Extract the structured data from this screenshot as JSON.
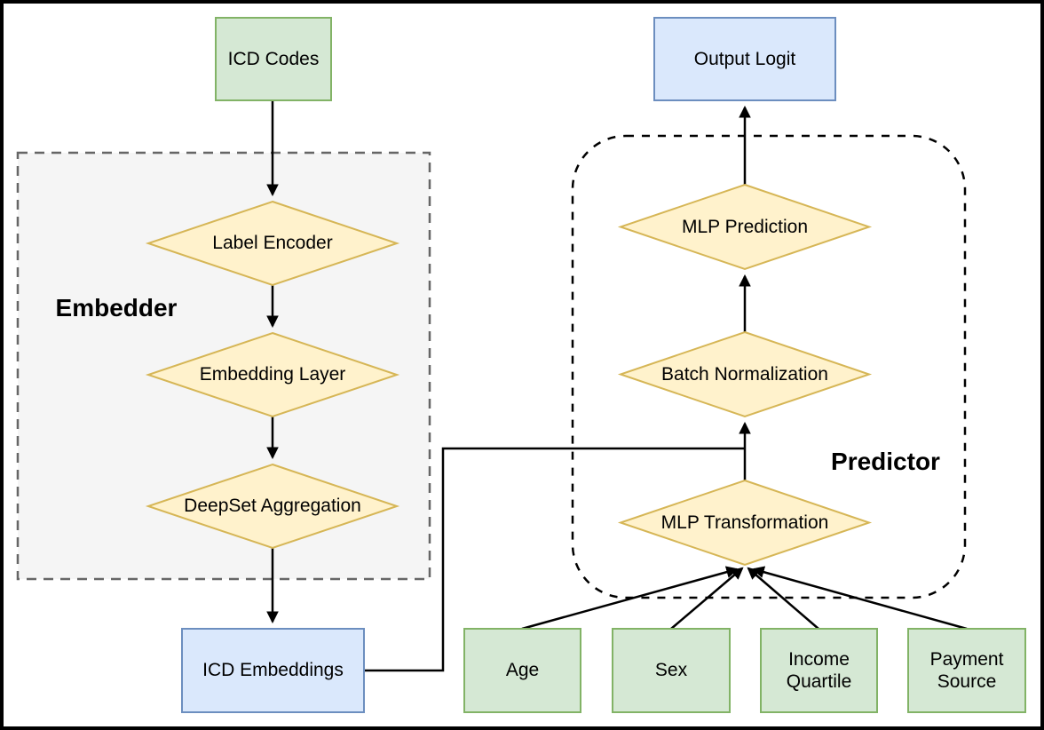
{
  "diagram": {
    "groups": {
      "embedder": {
        "label": "Embedder"
      },
      "predictor": {
        "label": "Predictor"
      }
    },
    "nodes": {
      "icd_codes": {
        "label": "ICD Codes",
        "shape": "rect",
        "color": "green"
      },
      "output_logit": {
        "label": "Output Logit",
        "shape": "rect",
        "color": "blue"
      },
      "label_encoder": {
        "label": "Label Encoder",
        "shape": "diamond",
        "color": "yellow"
      },
      "embedding_layer": {
        "label": "Embedding Layer",
        "shape": "diamond",
        "color": "yellow"
      },
      "deepset_aggregation": {
        "label": "DeepSet Aggregation",
        "shape": "diamond",
        "color": "yellow"
      },
      "icd_embeddings": {
        "label": "ICD Embeddings",
        "shape": "rect",
        "color": "blue"
      },
      "mlp_prediction": {
        "label": "MLP Prediction",
        "shape": "diamond",
        "color": "yellow"
      },
      "batch_normalization": {
        "label": "Batch Normalization",
        "shape": "diamond",
        "color": "yellow"
      },
      "mlp_transformation": {
        "label": "MLP Transformation",
        "shape": "diamond",
        "color": "yellow"
      },
      "age": {
        "label": "Age",
        "shape": "rect",
        "color": "green"
      },
      "sex": {
        "label": "Sex",
        "shape": "rect",
        "color": "green"
      },
      "income_quartile": {
        "label": "Income Quartile",
        "shape": "rect",
        "color": "green"
      },
      "payment_source": {
        "label": "Payment Source",
        "shape": "rect",
        "color": "green"
      }
    },
    "edges": [
      {
        "from": "icd_codes",
        "to": "label_encoder"
      },
      {
        "from": "label_encoder",
        "to": "embedding_layer"
      },
      {
        "from": "embedding_layer",
        "to": "deepset_aggregation"
      },
      {
        "from": "deepset_aggregation",
        "to": "icd_embeddings"
      },
      {
        "from": "icd_embeddings",
        "to": "batch_normalization"
      },
      {
        "from": "mlp_transformation",
        "to": "batch_normalization"
      },
      {
        "from": "batch_normalization",
        "to": "mlp_prediction"
      },
      {
        "from": "mlp_prediction",
        "to": "output_logit"
      },
      {
        "from": "age",
        "to": "mlp_transformation"
      },
      {
        "from": "sex",
        "to": "mlp_transformation"
      },
      {
        "from": "income_quartile",
        "to": "mlp_transformation"
      },
      {
        "from": "payment_source",
        "to": "mlp_transformation"
      }
    ],
    "colors": {
      "green_fill": "#d5e8d4",
      "green_border": "#82b366",
      "blue_fill": "#dae8fc",
      "blue_border": "#6c8ebf",
      "yellow_fill": "#fff2cc",
      "yellow_border": "#d6b656",
      "embedder_fill": "#f5f5f5",
      "embedder_border": "#666666",
      "edge": "#000000",
      "border": "#000000",
      "background": "#ffffff",
      "text": "#000000"
    }
  }
}
